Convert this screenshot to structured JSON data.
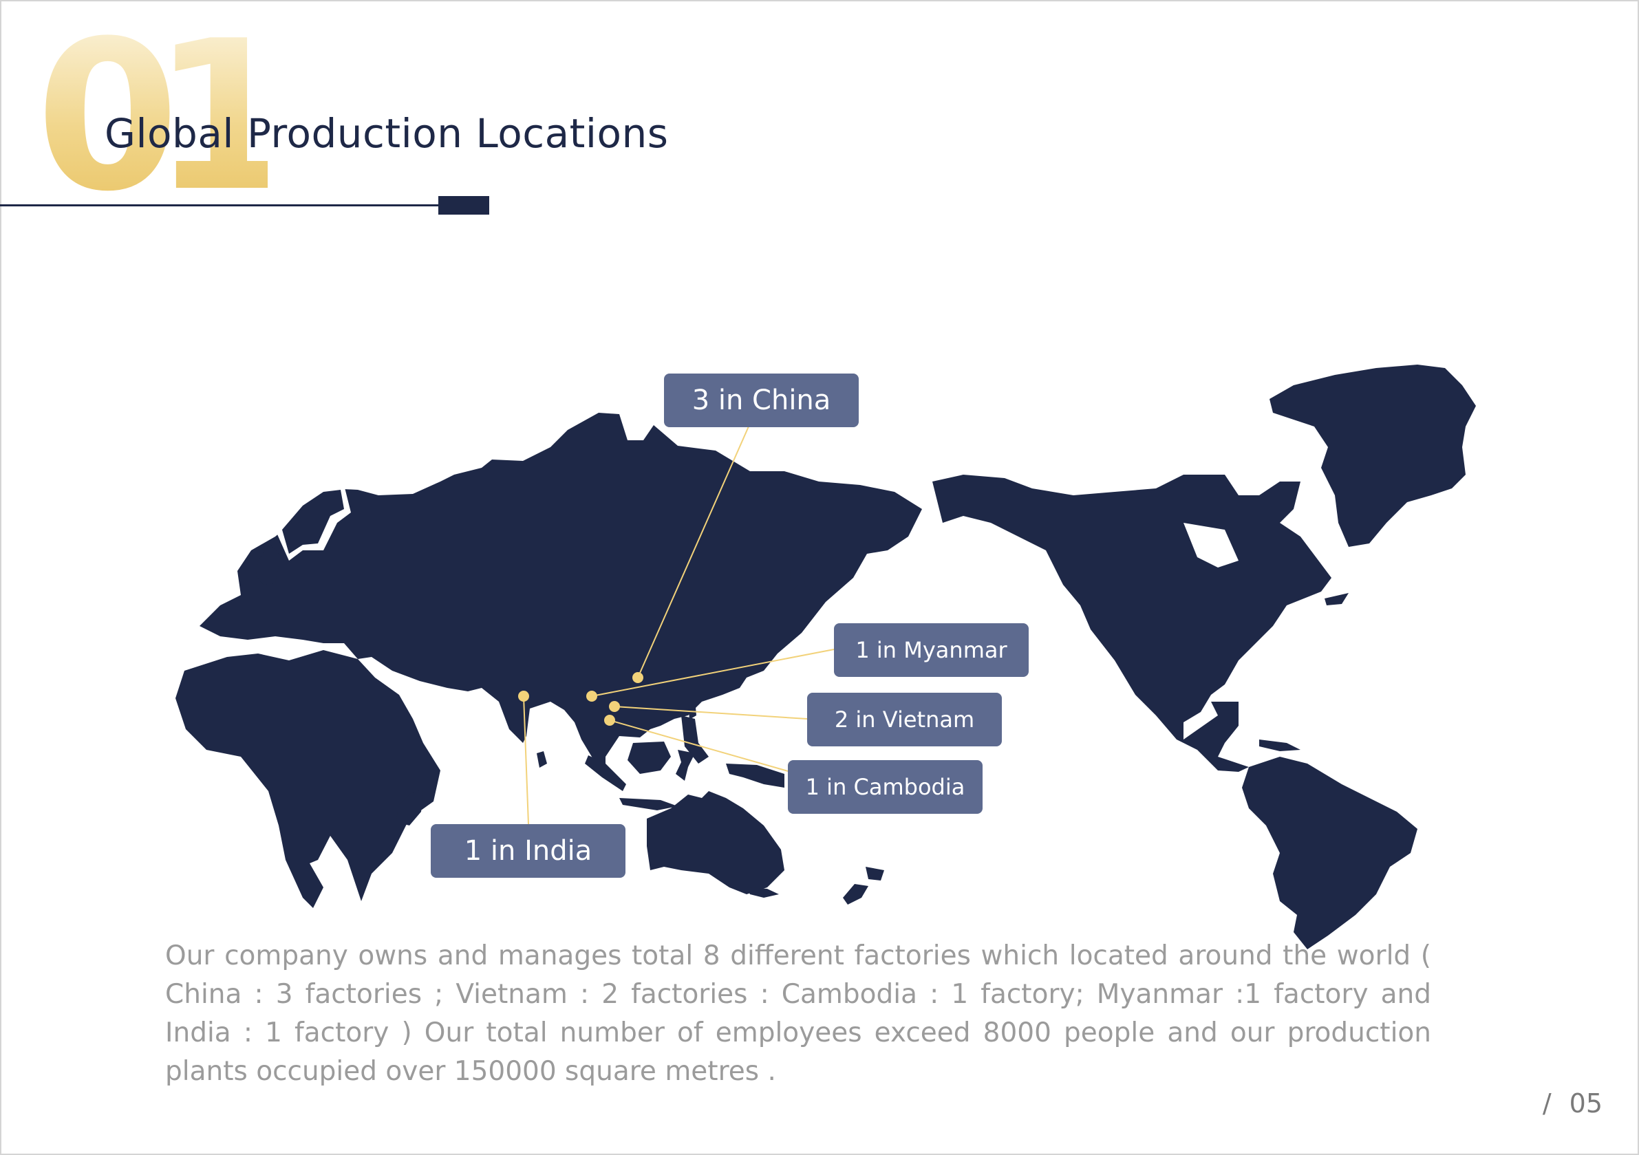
{
  "header": {
    "section_number": "01",
    "title": "Global Production Locations"
  },
  "map": {
    "land_color": "#1e2847",
    "marker_color": "#f2d27a",
    "callouts": [
      {
        "id": "china",
        "label": "3 in China"
      },
      {
        "id": "myanmar",
        "label": "1 in Myanmar"
      },
      {
        "id": "vietnam",
        "label": "2 in Vietnam"
      },
      {
        "id": "cambodia",
        "label": "1 in Cambodia"
      },
      {
        "id": "india",
        "label": "1 in India"
      }
    ]
  },
  "description": "Our company owns and manages total 8 different factories which located around the world ( China : 3 factories ; Vietnam : 2 factories : Cambodia : 1 factory; Myanmar :1 factory and India : 1 factory ) Our total number of employees exceed 8000 people and our production plants occupied over 150000 square metres .",
  "footer": {
    "slash": "/",
    "page_number": "05"
  }
}
